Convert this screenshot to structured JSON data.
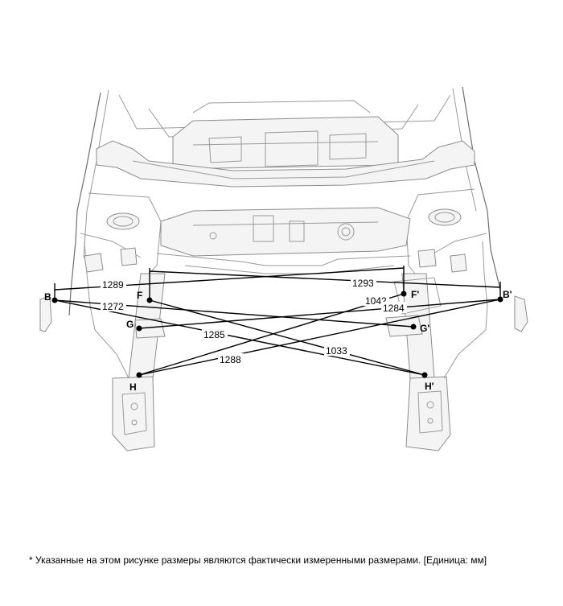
{
  "points": {
    "B": "B",
    "B_prime": "B'",
    "F": "F",
    "F_prime": "F'",
    "G": "G",
    "G_prime": "G'",
    "H": "H",
    "H_prime": "H'"
  },
  "dimensions": {
    "d1289": "1289",
    "d1293": "1293",
    "d1272": "1272",
    "d1042": "1042",
    "d1284": "1284",
    "d1285": "1285",
    "d1033": "1033",
    "d1288": "1288"
  },
  "footnote": "* Указанные на этом рисунке размеры являются фактически измеренными размерами. [Единица: мм]"
}
